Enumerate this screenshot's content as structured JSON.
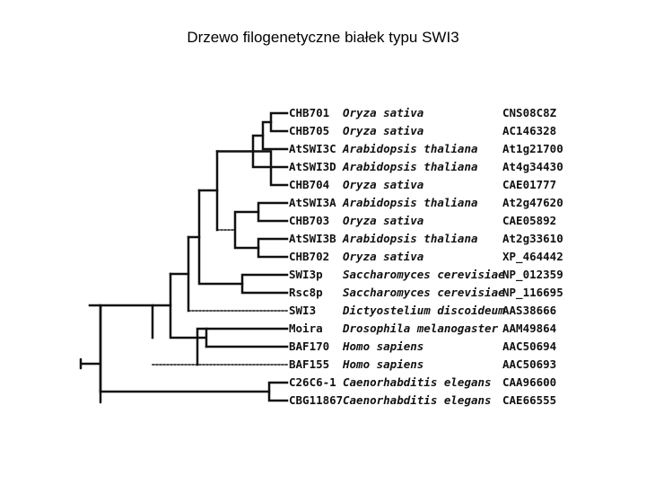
{
  "title": "Drzewo filogenetyczne białek typu SWI3",
  "diagram": {
    "type": "phylogenetic-tree",
    "leaves": [
      {
        "name": "CHB701",
        "species": "Oryza sativa",
        "accession": "CNS08C8Z"
      },
      {
        "name": "CHB705",
        "species": "Oryza sativa",
        "accession": "AC146328"
      },
      {
        "name": "AtSWI3C",
        "species": "Arabidopsis thaliana",
        "accession": "At1g21700"
      },
      {
        "name": "AtSWI3D",
        "species": "Arabidopsis thaliana",
        "accession": "At4g34430"
      },
      {
        "name": "CHB704",
        "species": "Oryza sativa",
        "accession": "CAE01777"
      },
      {
        "name": "AtSWI3A",
        "species": "Arabidopsis thaliana",
        "accession": "At2g47620"
      },
      {
        "name": "CHB703",
        "species": "Oryza sativa",
        "accession": "CAE05892"
      },
      {
        "name": "AtSWI3B",
        "species": "Arabidopsis thaliana",
        "accession": "At2g33610"
      },
      {
        "name": "CHB702",
        "species": "Oryza sativa",
        "accession": "XP_464442"
      },
      {
        "name": "SWI3p",
        "species": "Saccharomyces cerevisiae",
        "accession": "NP_012359"
      },
      {
        "name": "Rsc8p",
        "species": "Saccharomyces cerevisiae",
        "accession": "NP_116695"
      },
      {
        "name": "SWI3",
        "species": "Dictyostelium discoideum",
        "accession": "AAS38666"
      },
      {
        "name": "Moira",
        "species": "Drosophila melanogaster",
        "accession": "AAM49864"
      },
      {
        "name": "BAF170",
        "species": "Homo sapiens",
        "accession": "AAC50694"
      },
      {
        "name": "BAF155",
        "species": "Homo sapiens",
        "accession": "AAC50693"
      },
      {
        "name": "C26C6-1",
        "species": "Caenorhabditis elegans",
        "accession": "CAA96600"
      },
      {
        "name": "CBG11867",
        "species": "Caenorhabditis elegans",
        "accession": "CAE66555"
      }
    ]
  }
}
